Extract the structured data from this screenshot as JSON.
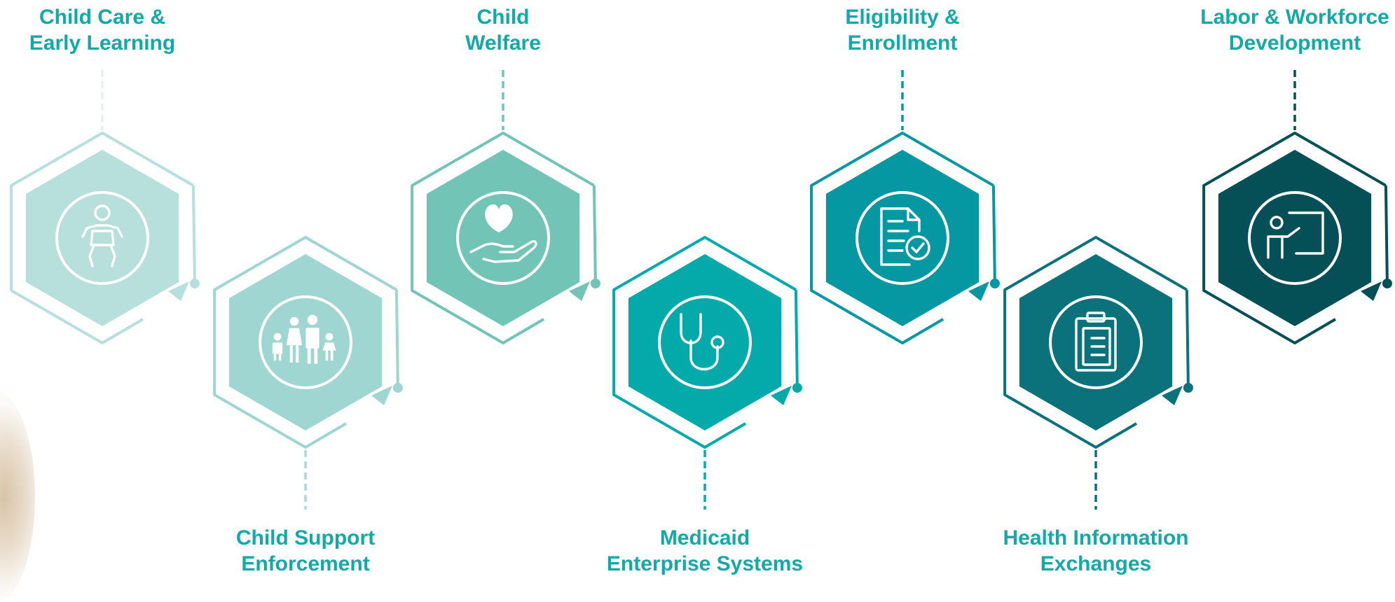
{
  "sectors": [
    {
      "id": "child-care",
      "lines": [
        "Child Care &",
        "Early Learning"
      ],
      "icon": "baby-icon",
      "color": "#b7dfdc",
      "lead": "#e3f1ef",
      "text_color": "#12a9a6"
    },
    {
      "id": "child-support",
      "lines": [
        "Child Support",
        "Enforcement"
      ],
      "icon": "family-icon",
      "color": "#9fd6d1",
      "lead": "#a8dad5",
      "text_color": "#12a9a6"
    },
    {
      "id": "child-welfare",
      "lines": [
        "Child",
        "Welfare"
      ],
      "icon": "heart-hand-icon",
      "color": "#72c4b6",
      "lead": "#72c4b6",
      "text_color": "#12a9a6"
    },
    {
      "id": "medicaid",
      "lines": [
        "Medicaid",
        "Enterprise Systems"
      ],
      "icon": "stethoscope-icon",
      "color": "#04aaa9",
      "lead": "#04aaa9",
      "text_color": "#12a9a6"
    },
    {
      "id": "eligibility",
      "lines": [
        "Eligibility &",
        "Enrollment"
      ],
      "icon": "document-check-icon",
      "color": "#0597a2",
      "lead": "#0597a2",
      "text_color": "#12a9a6"
    },
    {
      "id": "health-info",
      "lines": [
        "Health Information",
        "Exchanges"
      ],
      "icon": "clipboard-icon",
      "color": "#0b727c",
      "lead": "#0b727c",
      "text_color": "#12a9a6"
    },
    {
      "id": "labor",
      "lines": [
        "Labor & Workforce",
        "Development"
      ],
      "icon": "presenter-icon",
      "color": "#054f57",
      "lead": "#054f57",
      "text_color": "#12a9a6"
    }
  ]
}
